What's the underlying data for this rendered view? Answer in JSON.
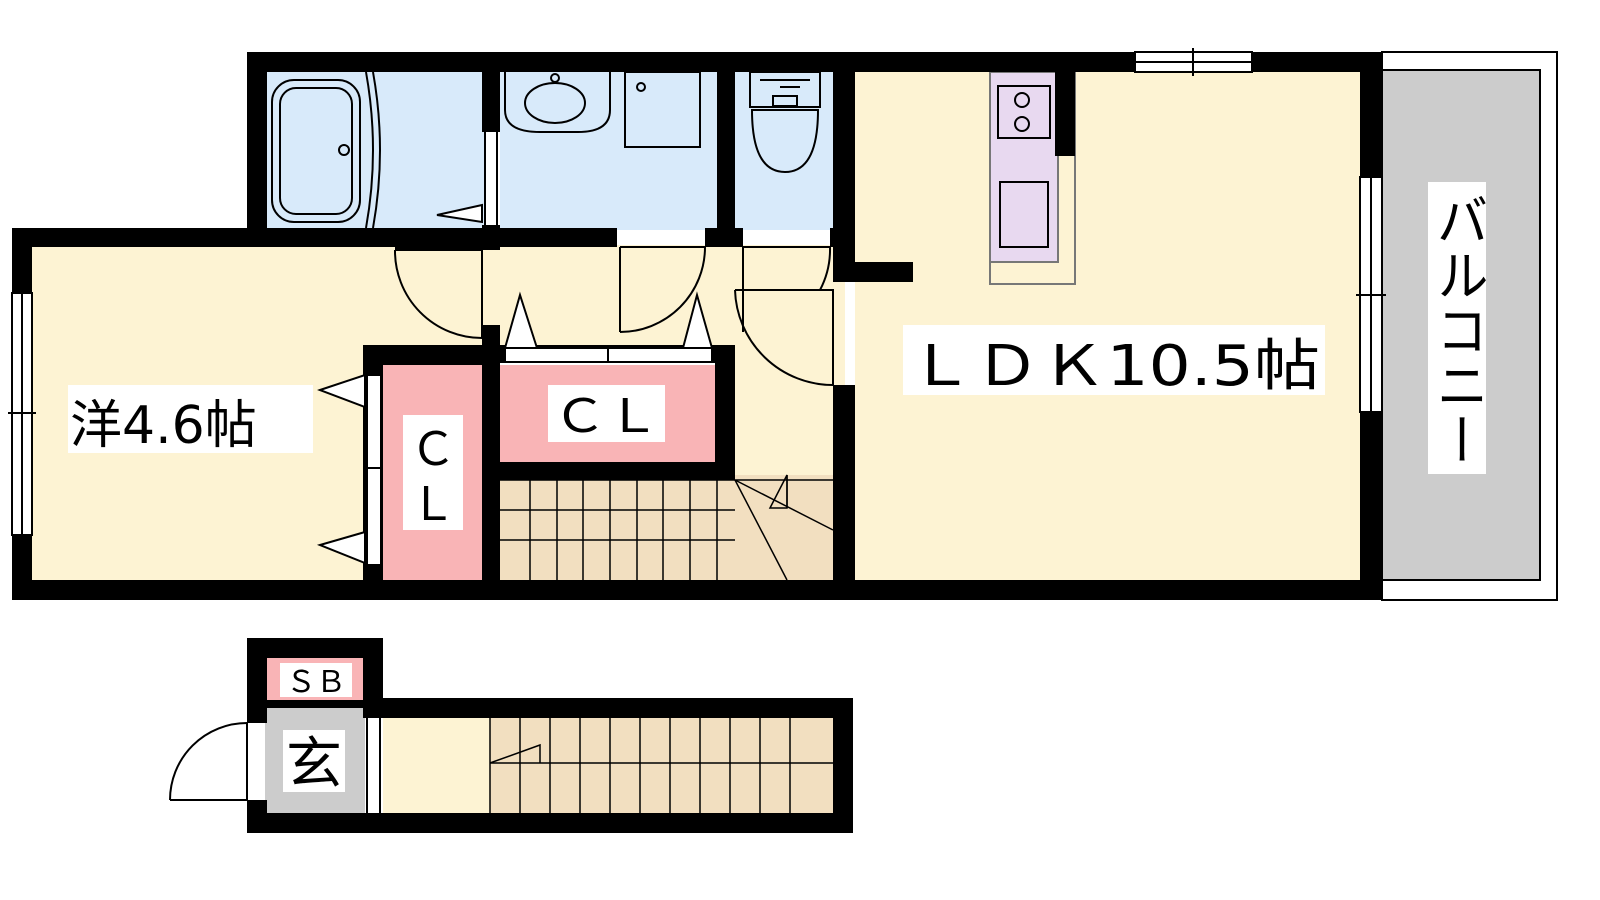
{
  "rooms": {
    "western": {
      "label": "洋4.6帖"
    },
    "ldk": {
      "label": "ＬＤＫ10.5帖"
    },
    "closet_center": {
      "label": "ＣＬ"
    },
    "closet_left": {
      "label_line1": "Ｃ",
      "label_line2": "Ｌ"
    },
    "balcony": {
      "label": "バルコニー"
    },
    "shoe_box": {
      "label": "ＳＢ"
    },
    "entrance": {
      "label": "玄"
    }
  },
  "colors": {
    "wall": "#000000",
    "living": "#fdf3d3",
    "wet_area": "#d8eafa",
    "closet": "#f9b4b6",
    "stairs": "#f2dfc0",
    "balcony": "#cccccc",
    "entrance": "#cccccc",
    "kitchen": "#e8d9f0"
  }
}
